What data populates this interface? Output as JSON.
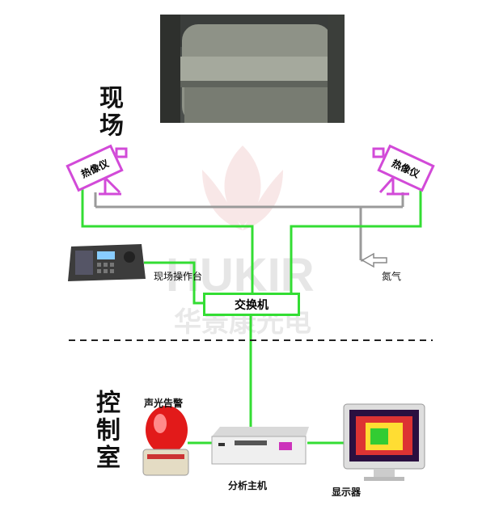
{
  "zones": {
    "field": "现场",
    "control": "控制室"
  },
  "devices": {
    "camera_left": "热像仪",
    "camera_right": "热像仪",
    "console": "现场操作台",
    "gas": "氮气",
    "switch": "交换机",
    "alarm": "声光告警",
    "host": "分析主机",
    "display": "显示器"
  },
  "watermark": {
    "brand": "HUKIR",
    "company": "华景康光电"
  },
  "colors": {
    "network_line": "#33dd33",
    "camera_border": "#d24ad8",
    "pipe_line": "#9a9a9a"
  }
}
